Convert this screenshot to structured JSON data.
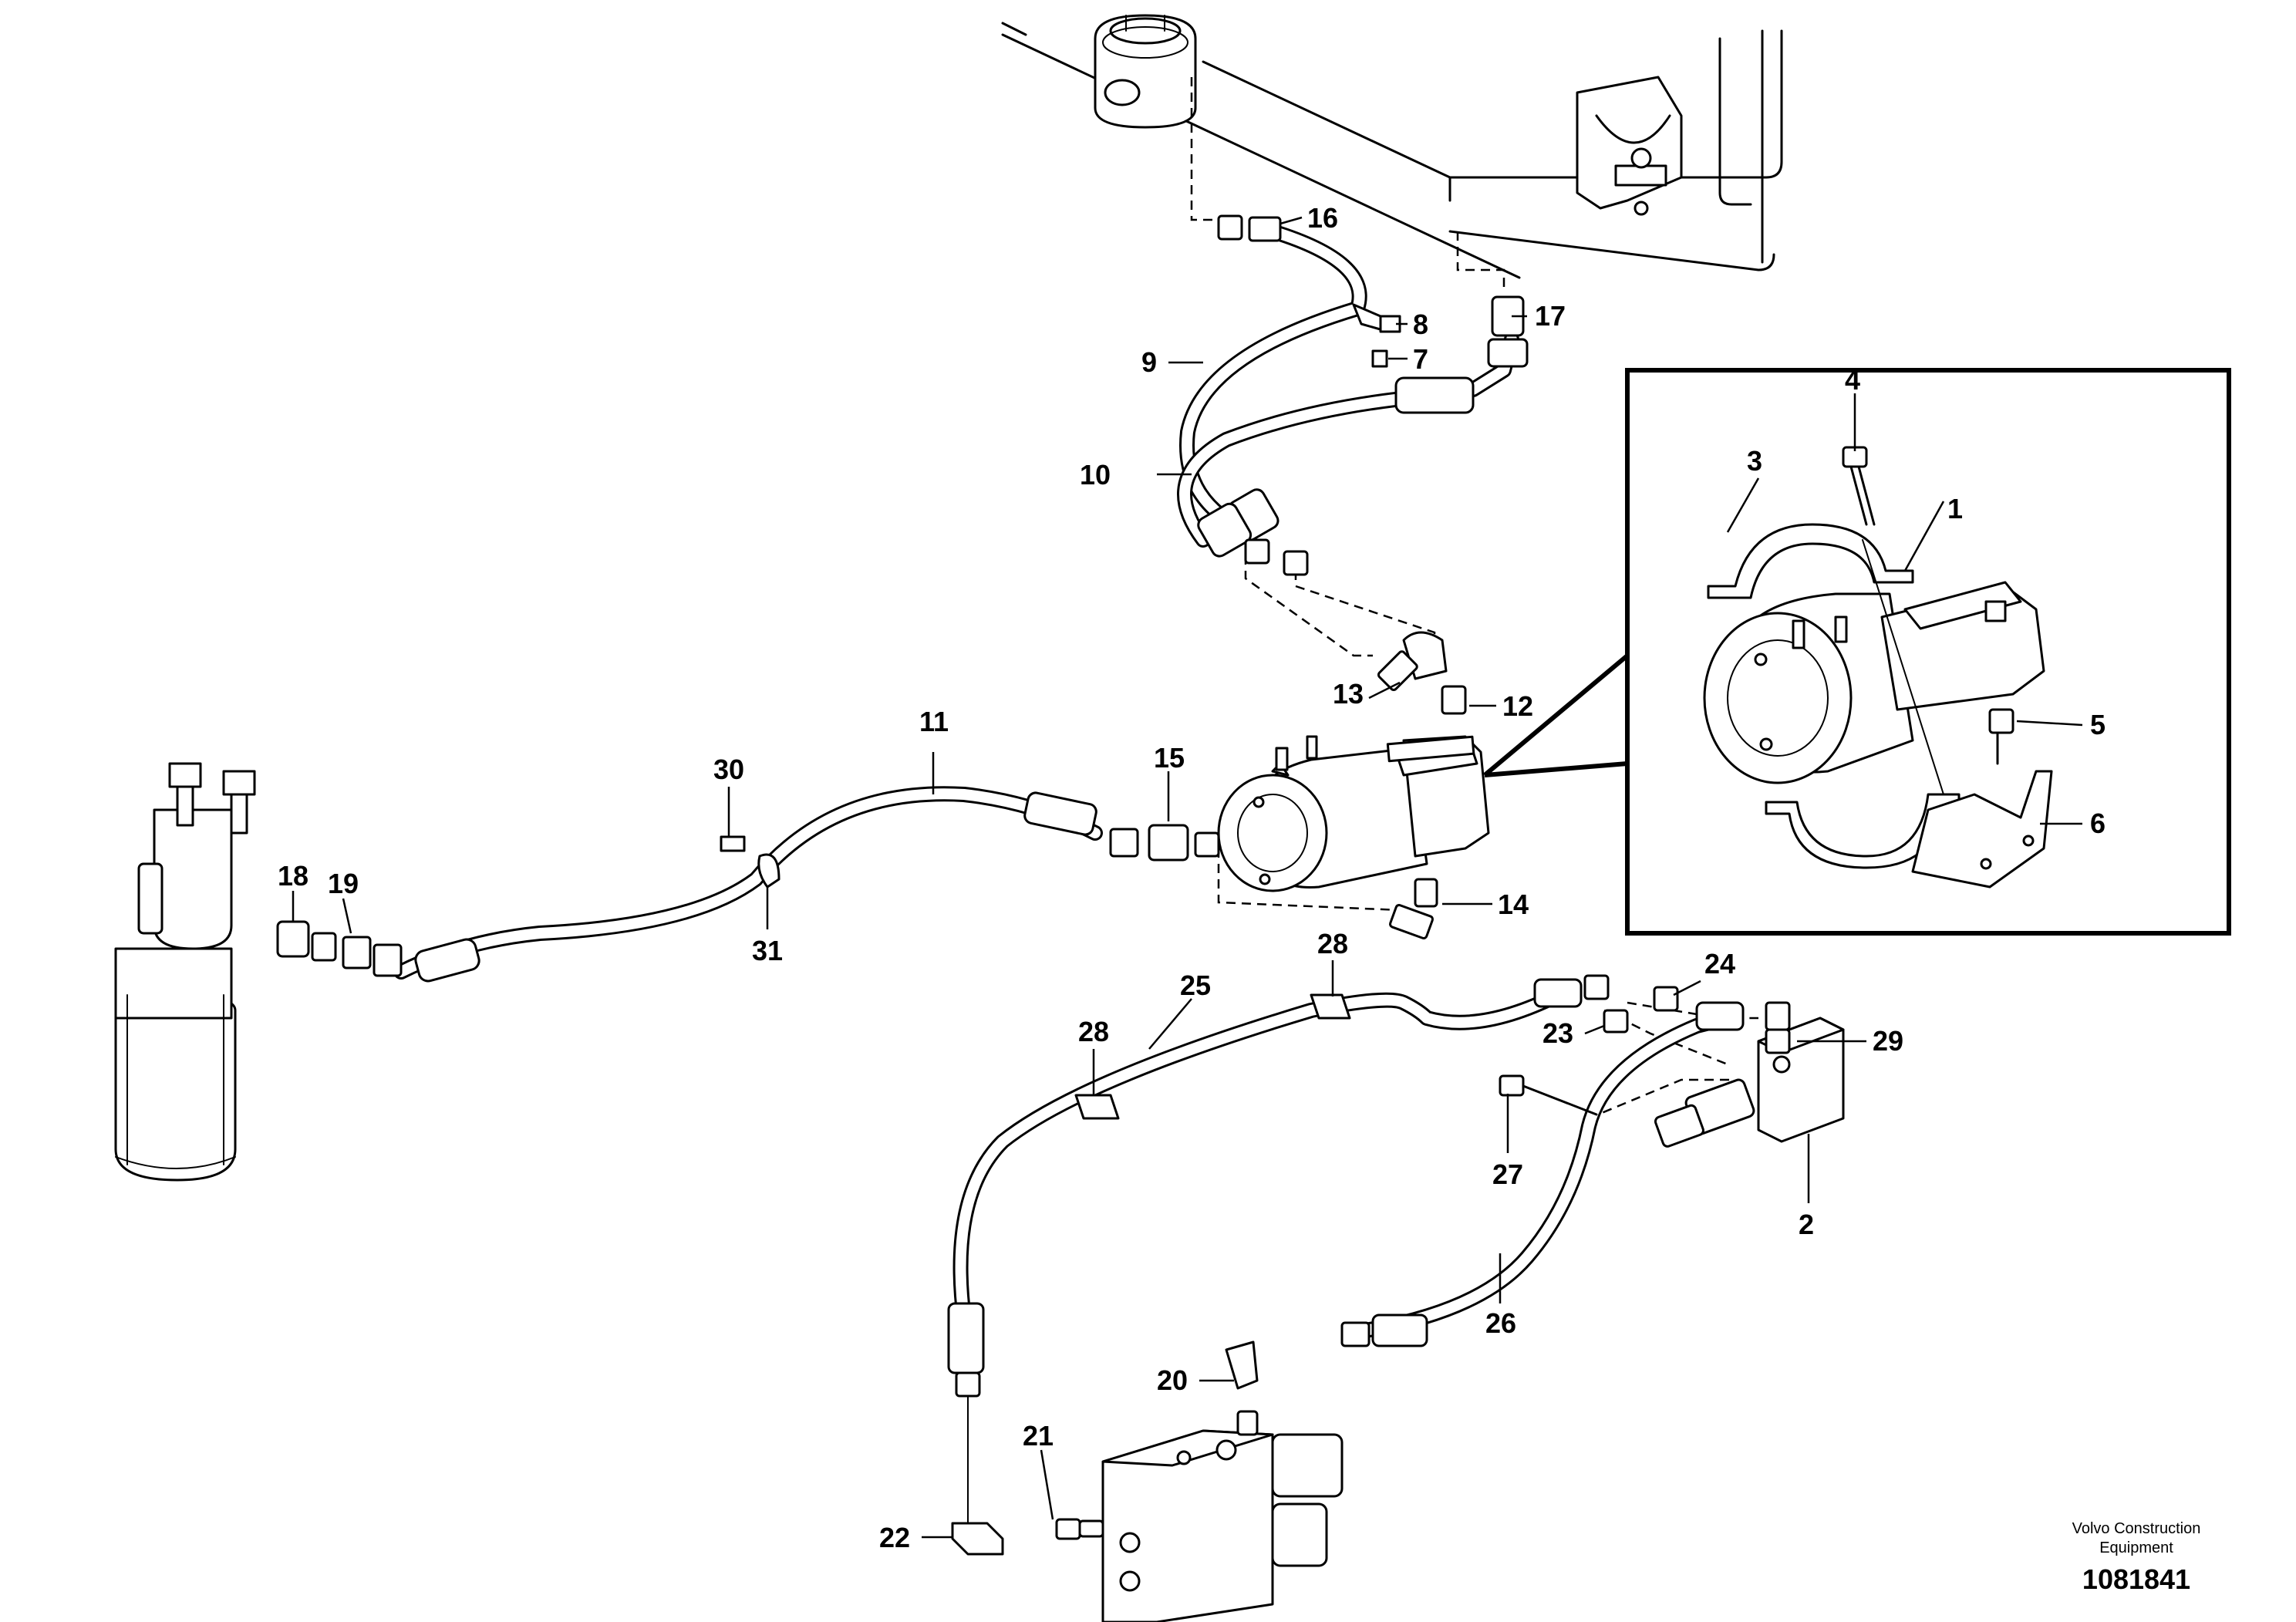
{
  "callouts": {
    "c1": "1",
    "c2": "2",
    "c3": "3",
    "c4": "4",
    "c5": "5",
    "c6": "6",
    "c7": "7",
    "c8": "8",
    "c9": "9",
    "c10": "10",
    "c11": "11",
    "c12": "12",
    "c13": "13",
    "c14": "14",
    "c15": "15",
    "c16": "16",
    "c17": "17",
    "c18": "18",
    "c19": "19",
    "c20": "20",
    "c21": "21",
    "c22": "22",
    "c23": "23",
    "c24": "24",
    "c25": "25",
    "c26": "26",
    "c27": "27",
    "c28a": "28",
    "c28b": "28",
    "c29": "29",
    "c30": "30",
    "c31": "31"
  },
  "footer": {
    "brand_line1": "Volvo Construction",
    "brand_line2": "Equipment",
    "document_number": "1081841"
  }
}
